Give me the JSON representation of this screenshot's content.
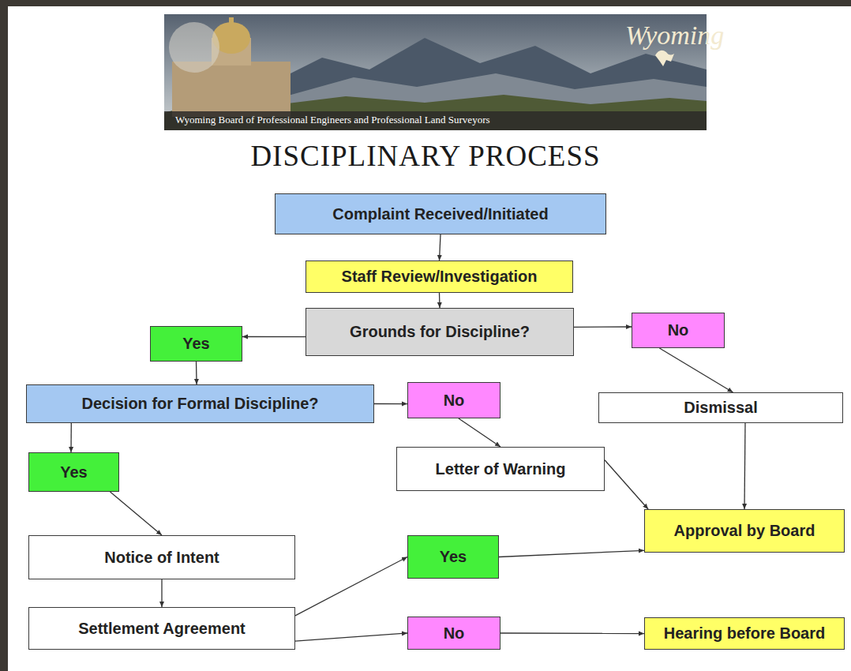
{
  "diagram": {
    "title": "DISCIPLINARY PROCESS",
    "nodes": [
      {
        "text": [
          "Complaint Received/Initiated"
        ]
      },
      {
        "text": [
          "Staff Review/Investigation"
        ]
      },
      {
        "text": [
          "Grounds for Discipline?"
        ]
      },
      {
        "text": [
          "Yes"
        ]
      },
      {
        "text": [
          "No"
        ]
      },
      {
        "text": [
          "Decision for Formal Discipline?"
        ]
      },
      {
        "text": [
          "No"
        ]
      },
      {
        "text": [
          "Dismissal"
        ]
      },
      {
        "text": [
          "Yes"
        ]
      },
      {
        "text": [
          "Letter of Warning"
        ]
      },
      {
        "text": [
          "Notice of Intent"
        ]
      },
      {
        "text": [
          "Yes"
        ]
      },
      {
        "text": [
          "Approval by Board"
        ]
      },
      {
        "text": [
          "Settlement Agreement"
        ]
      },
      {
        "text": [
          "No"
        ]
      },
      {
        "text": [
          "Hearing before Board"
        ]
      }
    ],
    "edges": [
      {
        "from": 0,
        "to": 1,
        "arrow": "to"
      },
      {
        "from": 1,
        "to": 2,
        "arrow": "to"
      },
      {
        "from": 2,
        "to": 3,
        "arrow": "to"
      },
      {
        "from": 2,
        "to": 4,
        "arrow": "to"
      },
      {
        "from": 3,
        "to": 5,
        "arrow": "to"
      },
      {
        "from": 5,
        "to": 6,
        "arrow": "to"
      },
      {
        "from": 6,
        "to": 9,
        "arrow": "to"
      },
      {
        "from": 4,
        "to": 7,
        "arrow": "to"
      },
      {
        "from": 5,
        "to": 8,
        "arrow": "to"
      },
      {
        "from": 8,
        "to": 10,
        "arrow": "to"
      },
      {
        "from": 10,
        "to": 13,
        "arrow": "to"
      },
      {
        "from": 13,
        "to": 11,
        "arrow": "to"
      },
      {
        "from": 13,
        "to": 14,
        "arrow": "to"
      },
      {
        "from": 14,
        "to": 15,
        "arrow": "to"
      },
      {
        "from": 11,
        "to": 12,
        "arrow": "to"
      },
      {
        "from": 9,
        "to": 12,
        "arrow": "to"
      },
      {
        "from": 7,
        "to": 12,
        "arrow": "to"
      }
    ],
    "labels": [
      "Wyoming",
      "Wyoming Board of Professional Engineers and Professional Land Surveyors"
    ]
  }
}
